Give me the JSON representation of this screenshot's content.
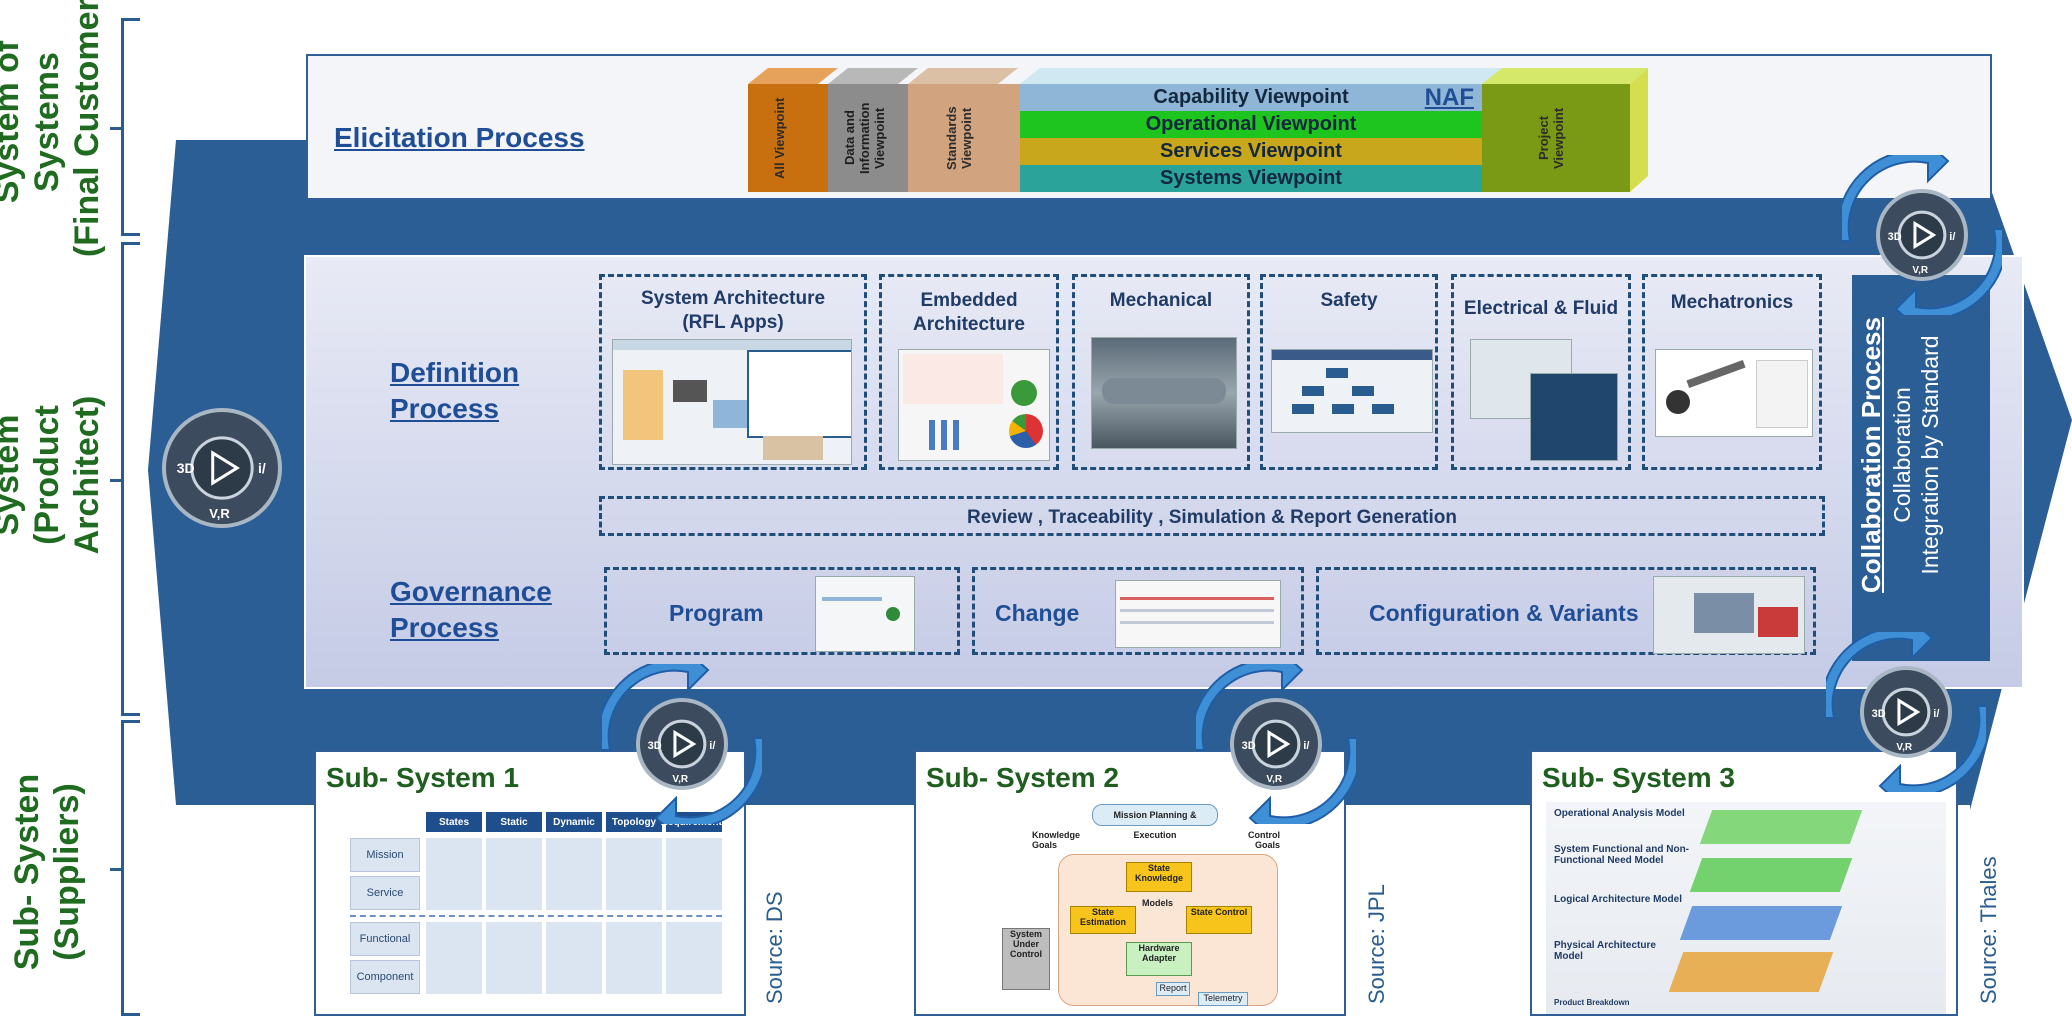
{
  "left_labels": {
    "sos": "System of Systems\n(Final Customer)",
    "system": "System\n(Product Architect)",
    "subsystem": "Sub- Systen\n(Suppliers)"
  },
  "elicitation": {
    "label": "Elicitation Process",
    "viewpoints_vertical": [
      "All Viewpoint",
      "Data and Information Viewpoint",
      "Standards Viewpoint"
    ],
    "viewpoints_horizontal": [
      "Capability Viewpoint",
      "Operational Viewpoint",
      "Services Viewpoint",
      "Systems Viewpoint"
    ],
    "naf": "NAF",
    "project": "Project Viewpoint"
  },
  "definition": {
    "label_line1": "Definition",
    "label_line2": "Process",
    "boxes": [
      {
        "title": "System Architecture (RFL Apps)"
      },
      {
        "title": "Embedded Architecture"
      },
      {
        "title": "Mechanical"
      },
      {
        "title": "Safety"
      },
      {
        "title": "Electrical & Fluid"
      },
      {
        "title": "Mechatronics"
      }
    ],
    "review": "Review , Traceability , Simulation & Report Generation"
  },
  "governance": {
    "label_line1": "Governance",
    "label_line2": "Process",
    "items": [
      "Program",
      "Change",
      "Configuration & Variants"
    ]
  },
  "collaboration": {
    "title": "Collaboration Process",
    "line1": "Collaboration",
    "line2": "Integration by Standard"
  },
  "subsystems": [
    {
      "title": "Sub- System 1",
      "source": "Source: DS"
    },
    {
      "title": "Sub- System 2",
      "source": "Source: JPL"
    },
    {
      "title": "Sub- System 3",
      "source": "Source: Thales"
    }
  ],
  "logo": {
    "left": "3D",
    "right": "i/",
    "bottom": "V,R"
  },
  "ss1_table": {
    "cols": [
      "States",
      "Static",
      "Dynamic",
      "Topology",
      "Requirements"
    ],
    "rows": [
      "Mission",
      "Service",
      "Functional",
      "Component"
    ]
  },
  "ss2_diagram": {
    "top": "Mission Planning & Execution",
    "knowledge": "Knowledge Goals",
    "control": "Control Goals",
    "state_knowledge": "State Knowledge",
    "models": "Models",
    "state_estimation": "State Estimation",
    "state_control": "State Control",
    "hardware_adapter": "Hardware Adapter",
    "system_under_control": "System Under Control",
    "telemetry": "Telemetry",
    "report": "Report"
  },
  "ss3_diagram": {
    "rows": [
      "Operational Analysis Model",
      "System Functional and Non-Functional Need Model",
      "Logical Architecture Model",
      "Physical Architecture Model",
      "Product Breakdown"
    ]
  },
  "colors": {
    "arrow_blue": "#2c5e96",
    "title_green": "#1f6b1f",
    "link_blue": "#1f4e96"
  }
}
